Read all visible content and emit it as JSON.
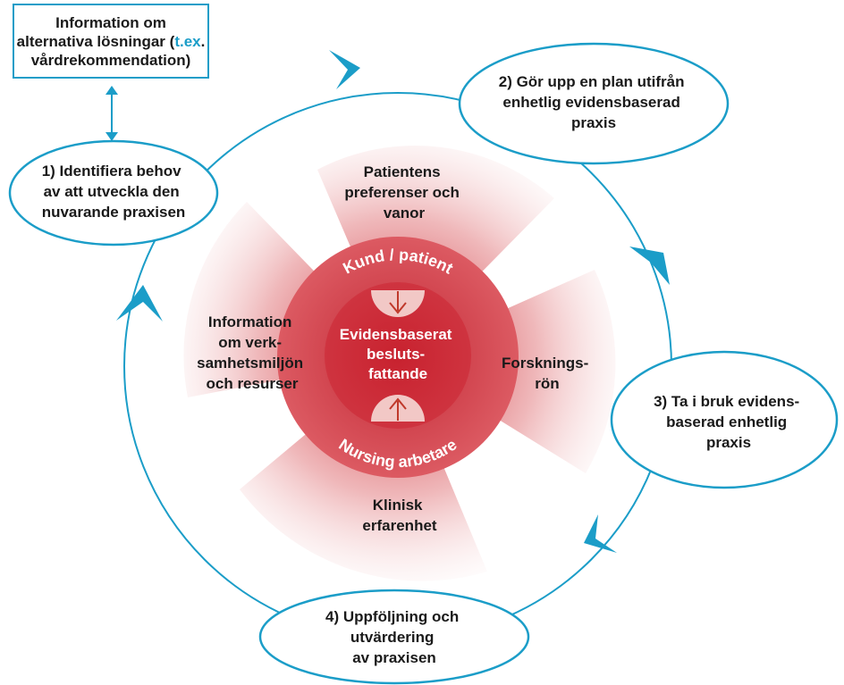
{
  "info_box": {
    "line1": "Information om",
    "line2": "alternativa lösningar (",
    "line2_highlight": "t.ex",
    "line2_end": ".",
    "line3": "vårdrekommendation)"
  },
  "steps": [
    {
      "lines": [
        "1) Identifiera behov",
        "av att utveckla den",
        "nuvarande praxisen"
      ]
    },
    {
      "lines": [
        "2) Gör upp en plan utifrån",
        "enhetlig evidensbaserad",
        "praxis"
      ]
    },
    {
      "lines": [
        "3) Ta i bruk evidens-",
        "baserad enhetlig",
        "praxis"
      ]
    },
    {
      "lines": [
        "4) Uppföljning och",
        "utvärdering",
        "av praxisen"
      ]
    }
  ],
  "sectors": {
    "top": [
      "Patientens",
      "preferenser och",
      "vanor"
    ],
    "left": [
      "Information",
      "om verk-",
      "samhetsmiljön",
      "och resurser"
    ],
    "right": [
      "Forsknings-",
      "rön"
    ],
    "bottom": [
      "Klinisk",
      "erfarenhet"
    ]
  },
  "center": {
    "ring_top": "Kund / patient",
    "ring_bottom": "Nursing arbetare",
    "core": [
      "Evidensbaserat",
      "besluts-",
      "fattande"
    ]
  },
  "colors": {
    "cycle_blue": "#1b9dc8",
    "ring_red": "#d94c55",
    "core_red": "#cf2f3c",
    "sector_pink": "#e8868a"
  },
  "icons": [
    "chevron-arrow-icon",
    "double-arrow-icon",
    "down-arrow-icon",
    "up-arrow-icon"
  ]
}
